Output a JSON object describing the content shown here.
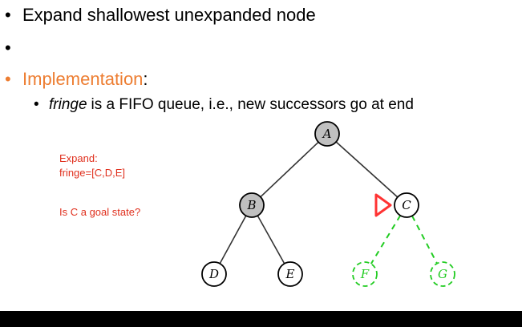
{
  "bullets": [
    {
      "text": "Expand shallowest unexpanded node"
    },
    {
      "text": ""
    },
    {
      "text": "Implementation",
      "suffix": ":"
    },
    {
      "emphasis": "fringe",
      "text": "is a FIFO queue, i.e., new successors go at end"
    }
  ],
  "bullet_symbol": "•",
  "notes": {
    "expand": "Expand:",
    "fringe": "fringe=[C,D,E]",
    "question": "Is C a goal state?"
  },
  "tree": {
    "nodes": [
      {
        "id": "A",
        "label": "A",
        "state": "expanded"
      },
      {
        "id": "B",
        "label": "B",
        "state": "expanded"
      },
      {
        "id": "C",
        "label": "C",
        "state": "current"
      },
      {
        "id": "D",
        "label": "D",
        "state": "fringe"
      },
      {
        "id": "E",
        "label": "E",
        "state": "fringe"
      },
      {
        "id": "F",
        "label": "F",
        "state": "unexplored"
      },
      {
        "id": "G",
        "label": "G",
        "state": "unexplored"
      }
    ],
    "edges": [
      {
        "from": "A",
        "to": "B",
        "style": "solid"
      },
      {
        "from": "A",
        "to": "C",
        "style": "solid"
      },
      {
        "from": "B",
        "to": "D",
        "style": "solid"
      },
      {
        "from": "B",
        "to": "E",
        "style": "solid"
      },
      {
        "from": "C",
        "to": "F",
        "style": "dashed"
      },
      {
        "from": "C",
        "to": "G",
        "style": "dashed"
      }
    ],
    "pointer_target": "C",
    "colors": {
      "expanded_fill": "#c0c0c0",
      "node_stroke": "#000000",
      "unexplored": "#22cc22",
      "pointer": "#ff3333",
      "accent_orange": "#ed7d31",
      "note_red": "#e0301e"
    }
  }
}
